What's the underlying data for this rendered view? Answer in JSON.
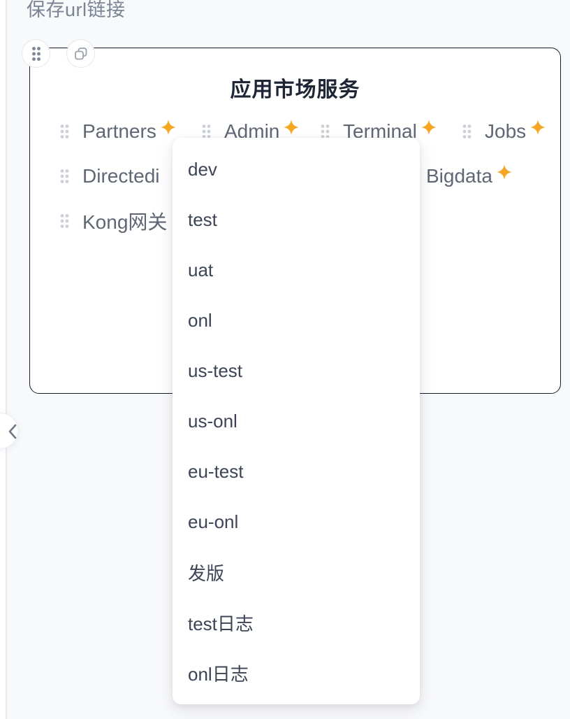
{
  "page": {
    "top_label": "保存url链接"
  },
  "card": {
    "title": "应用市场服务"
  },
  "services": [
    {
      "label": "Partners",
      "starred": true,
      "truncated": false
    },
    {
      "label": "Admin",
      "starred": true,
      "truncated": false
    },
    {
      "label": "Terminal",
      "starred": true,
      "truncated": false
    },
    {
      "label": "Jobs",
      "starred": true,
      "truncated": false
    },
    {
      "label": "Directedi",
      "starred": false,
      "truncated": true
    },
    {
      "label": "Bigdata",
      "starred": true,
      "truncated": false
    },
    {
      "label": "Kong网关",
      "starred": false,
      "truncated": true
    }
  ],
  "dropdown": {
    "options": [
      "dev",
      "test",
      "uat",
      "onl",
      "us-test",
      "us-onl",
      "eu-test",
      "eu-onl",
      "发版",
      "test日志",
      "onl日志"
    ]
  },
  "icons": {
    "drag_handle": "six-dots-grid",
    "copy": "overlapping-squares",
    "favorite": "four-point-sparkle",
    "collapse": "chevron-left"
  },
  "colors": {
    "star_accent": "#F5A623",
    "card_border": "#161D2E",
    "title_text": "#1E2535",
    "item_text": "#5F6775",
    "menu_text": "#3C4456",
    "background": "#F8F9FB"
  }
}
